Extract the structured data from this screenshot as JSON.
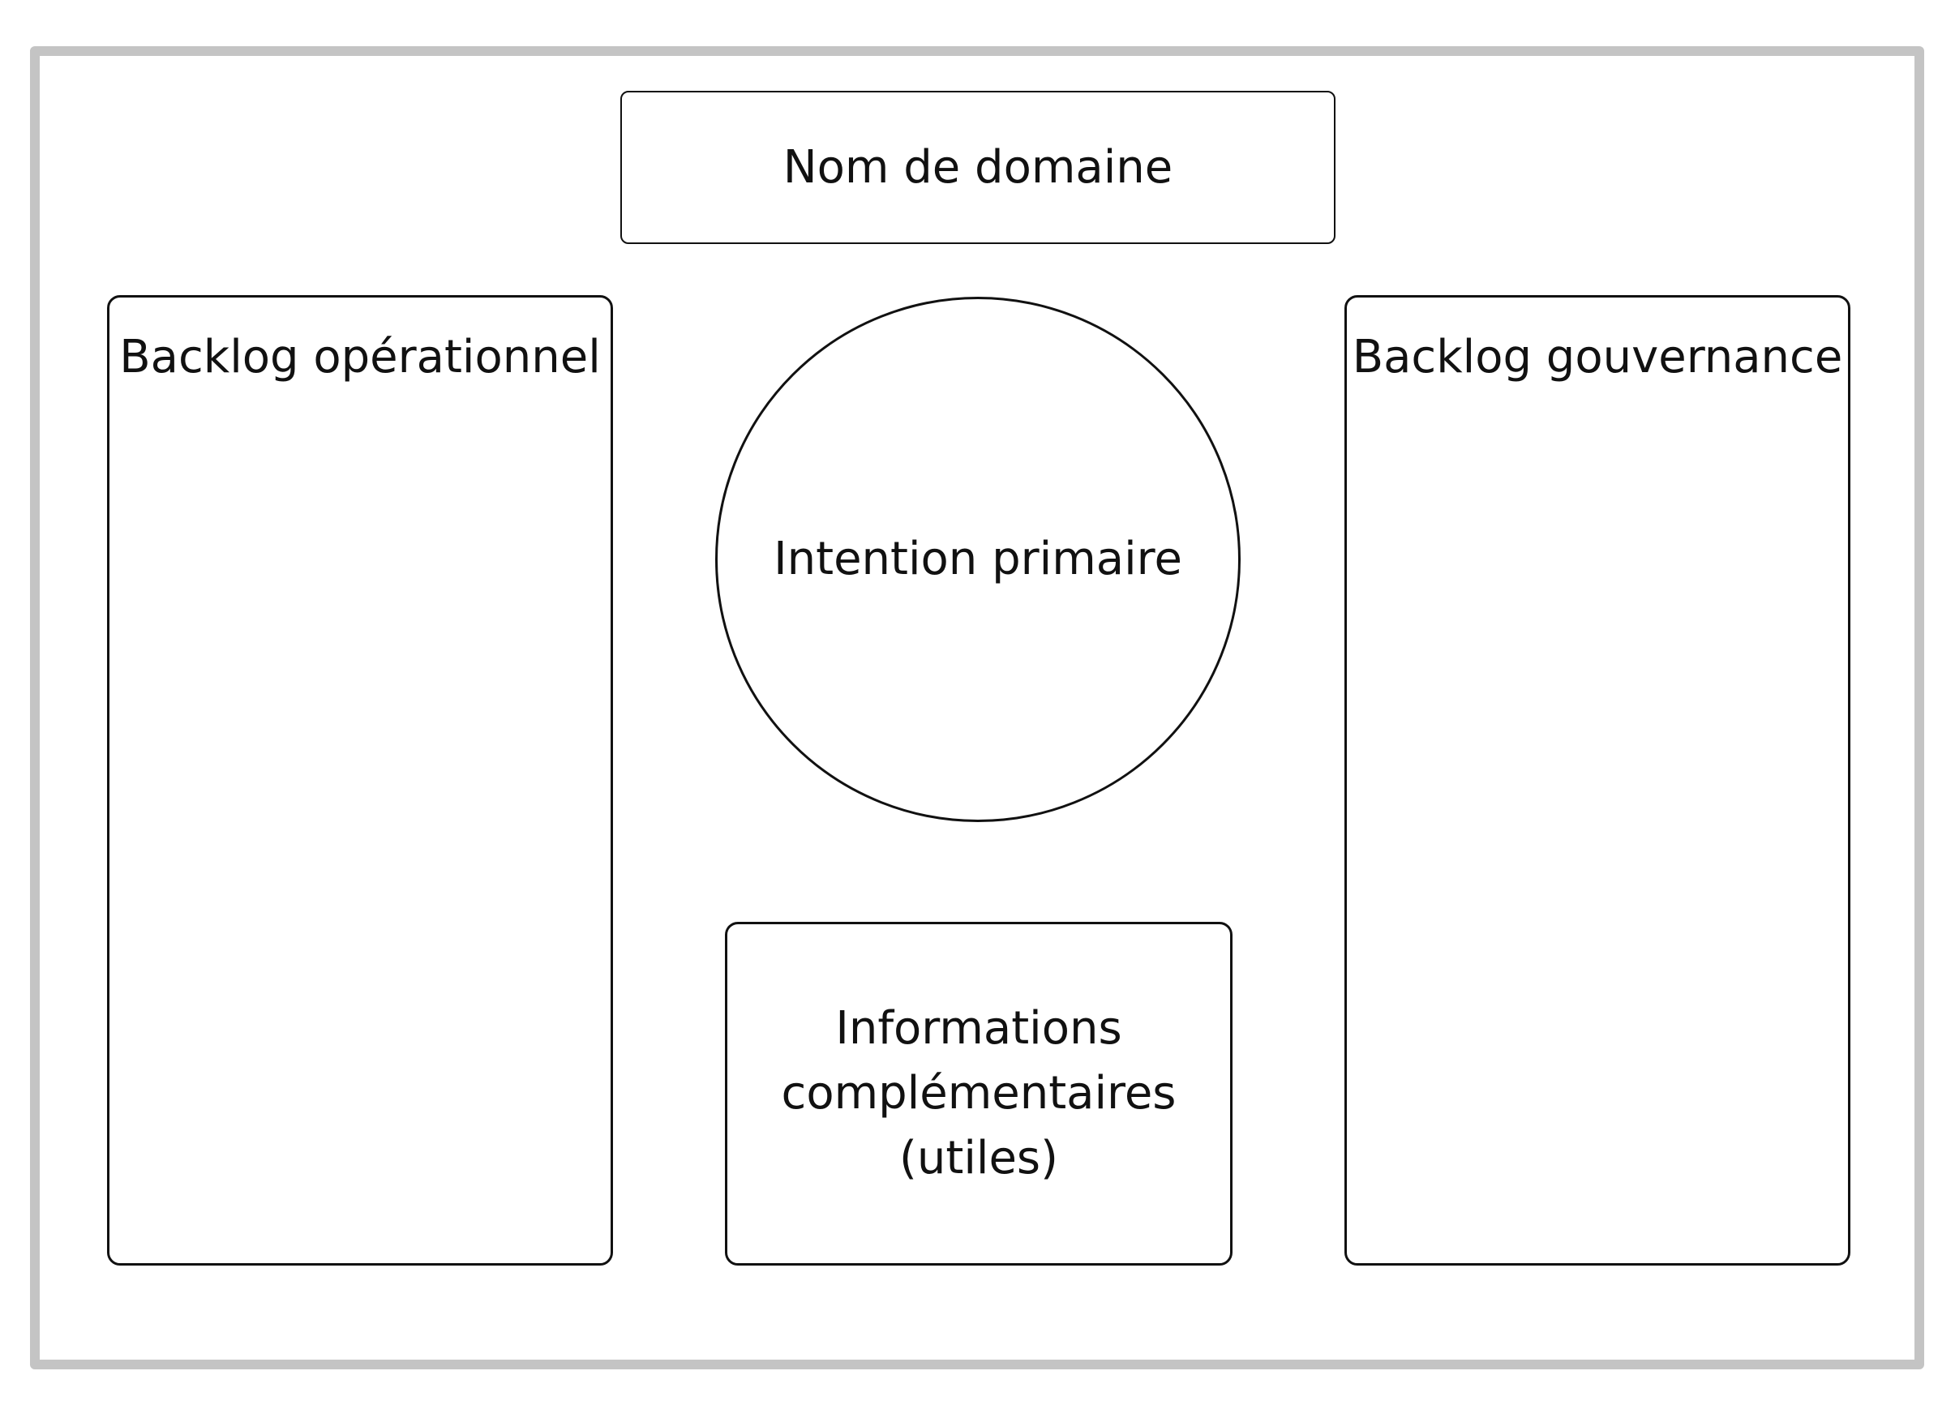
{
  "diagram": {
    "domain_name": "Nom de domaine",
    "operational_backlog": "Backlog opérationnel",
    "primary_intention": "Intention primaire",
    "governance_backlog": "Backlog gouvernance",
    "additional_info": "Informations\ncomplémentaires\n(utiles)"
  },
  "colors": {
    "frame_border": "#c4c4c4",
    "stroke": "#111111",
    "background": "#ffffff"
  }
}
